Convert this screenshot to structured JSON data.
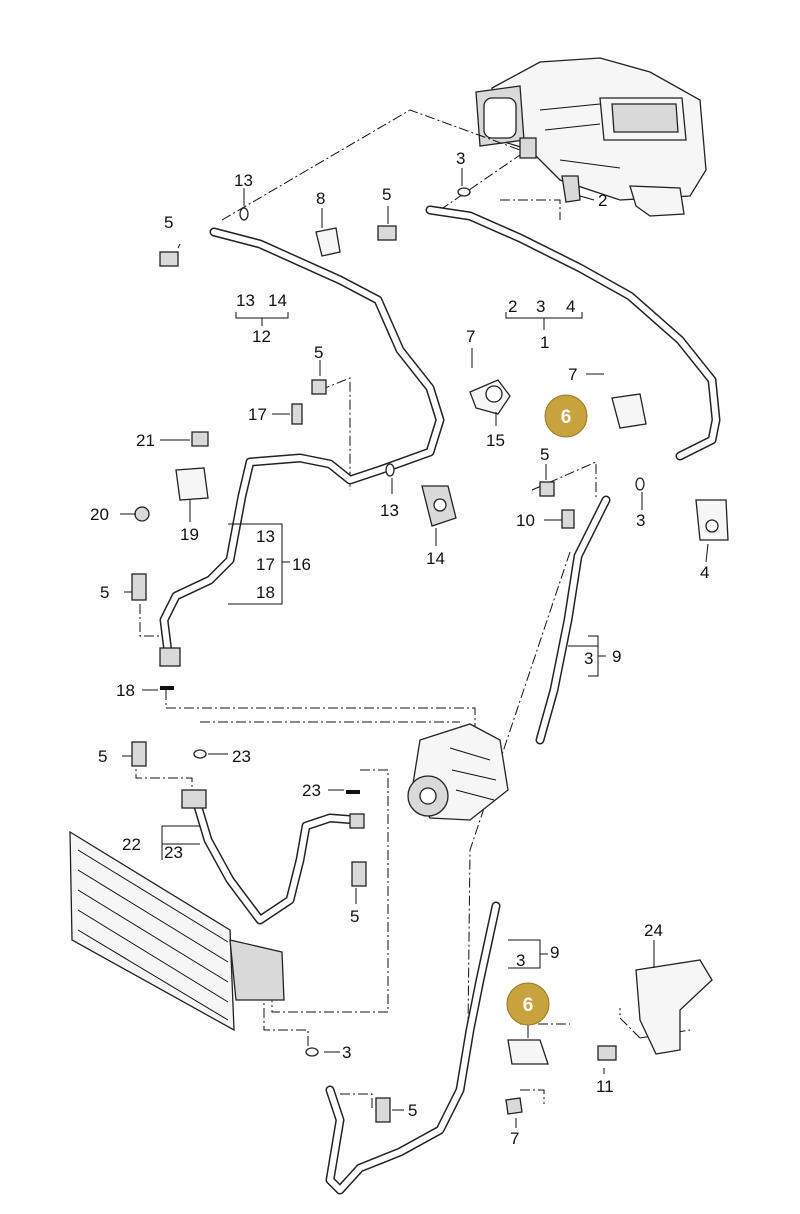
{
  "callouts": [
    {
      "id": "c-13-top",
      "text": "13"
    },
    {
      "id": "c-5-a",
      "text": "5"
    },
    {
      "id": "c-8",
      "text": "8"
    },
    {
      "id": "c-3-a",
      "text": "3"
    },
    {
      "id": "c-5-b",
      "text": "5"
    },
    {
      "id": "c-2",
      "text": "2"
    },
    {
      "id": "c-13-grp",
      "text": "13"
    },
    {
      "id": "c-14-grp",
      "text": "14"
    },
    {
      "id": "c-12",
      "text": "12"
    },
    {
      "id": "c-2-grp",
      "text": "2"
    },
    {
      "id": "c-3-grp",
      "text": "3"
    },
    {
      "id": "c-4-grp",
      "text": "4"
    },
    {
      "id": "c-1",
      "text": "1"
    },
    {
      "id": "c-7-a",
      "text": "7"
    },
    {
      "id": "c-5-c",
      "text": "5"
    },
    {
      "id": "c-7-b",
      "text": "7"
    },
    {
      "id": "c-17-a",
      "text": "17"
    },
    {
      "id": "c-21",
      "text": "21"
    },
    {
      "id": "c-15",
      "text": "15"
    },
    {
      "id": "c-5-d",
      "text": "5"
    },
    {
      "id": "c-20",
      "text": "20"
    },
    {
      "id": "c-19",
      "text": "19"
    },
    {
      "id": "c-13-b",
      "text": "13"
    },
    {
      "id": "c-3-b",
      "text": "3"
    },
    {
      "id": "c-10",
      "text": "10"
    },
    {
      "id": "c-14",
      "text": "14"
    },
    {
      "id": "c-4",
      "text": "4"
    },
    {
      "id": "c-13-c",
      "text": "13"
    },
    {
      "id": "c-17-b",
      "text": "17"
    },
    {
      "id": "c-16",
      "text": "16"
    },
    {
      "id": "c-18-a",
      "text": "18"
    },
    {
      "id": "c-5-e",
      "text": "5"
    },
    {
      "id": "c-3-c",
      "text": "3"
    },
    {
      "id": "c-9-a",
      "text": "9"
    },
    {
      "id": "c-18-b",
      "text": "18"
    },
    {
      "id": "c-5-f",
      "text": "5"
    },
    {
      "id": "c-23-a",
      "text": "23"
    },
    {
      "id": "c-23-b",
      "text": "23"
    },
    {
      "id": "c-22",
      "text": "22"
    },
    {
      "id": "c-23-c",
      "text": "23"
    },
    {
      "id": "c-5-g",
      "text": "5"
    },
    {
      "id": "c-24",
      "text": "24"
    },
    {
      "id": "c-3-d",
      "text": "3"
    },
    {
      "id": "c-9-b",
      "text": "9"
    },
    {
      "id": "c-3-e",
      "text": "3"
    },
    {
      "id": "c-11",
      "text": "11"
    },
    {
      "id": "c-5-h",
      "text": "5"
    },
    {
      "id": "c-7-c",
      "text": "7"
    }
  ],
  "badges": [
    {
      "id": "badge-6-upper",
      "text": "6",
      "color": "#c8a23c"
    },
    {
      "id": "badge-6-lower",
      "text": "6",
      "color": "#c8a23c"
    }
  ]
}
